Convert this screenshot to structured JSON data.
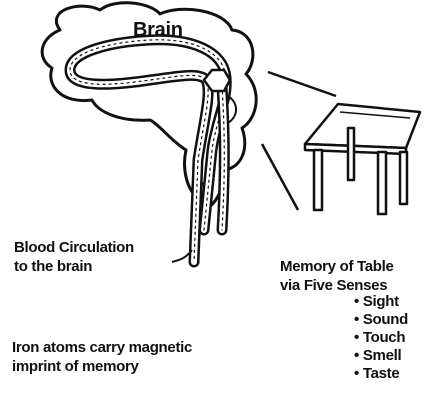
{
  "diagram": {
    "title": "Brain",
    "circulation_label": [
      "Blood Circulation",
      "to the brain"
    ],
    "memory_label": [
      "Memory of Table",
      "via Five Senses"
    ],
    "senses": [
      "Sight",
      "Sound",
      "Touch",
      "Smell",
      "Taste"
    ],
    "iron_label": [
      "Iron atoms carry magnetic",
      "imprint of memory"
    ]
  },
  "colors": {
    "ink": "#111111",
    "background": "#ffffff"
  }
}
